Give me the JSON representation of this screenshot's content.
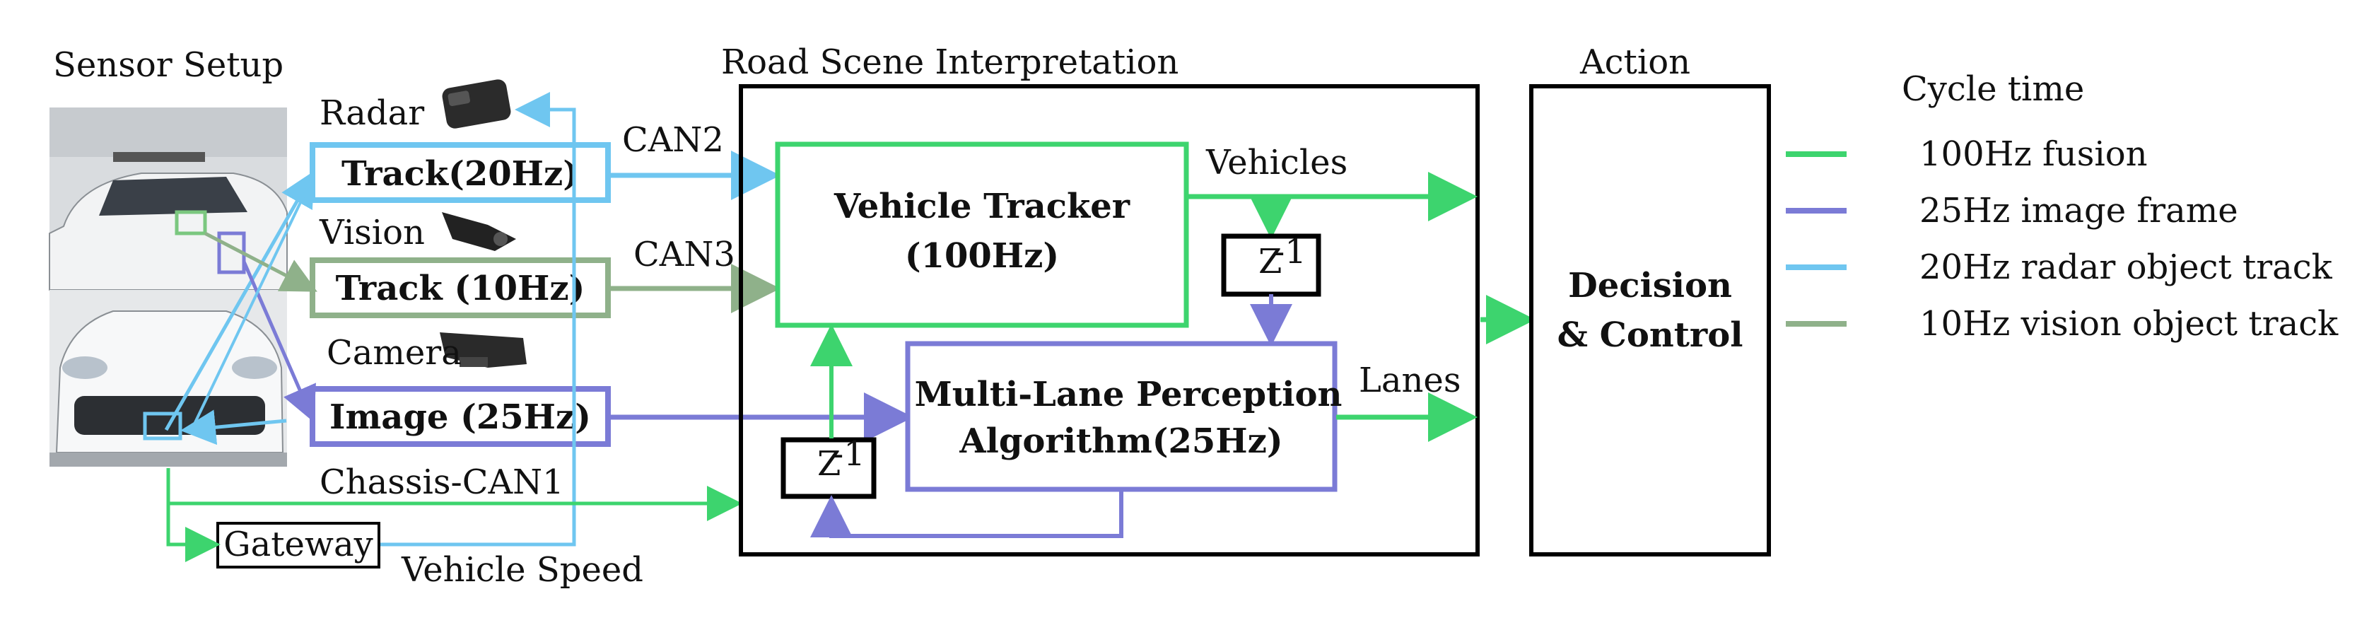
{
  "sections": {
    "sensor_setup": "Sensor Setup",
    "road_scene": "Road Scene Interpretation",
    "action": "Action",
    "cycle_time": "Cycle time"
  },
  "sensors": {
    "radar": "Radar",
    "vision": "Vision",
    "camera": "Camera"
  },
  "inputs": {
    "radar_track": "Track(20Hz)",
    "vision_track": "Track (10Hz)",
    "image": "Image (25Hz)",
    "gateway": "Gateway"
  },
  "signals": {
    "can2": "CAN2",
    "can3": "CAN3",
    "chassis": "Chassis-CAN1",
    "vehicle_speed": "Vehicle Speed",
    "vehicles": "Vehicles",
    "lanes": "Lanes"
  },
  "blocks": {
    "tracker_line1": "Vehicle Tracker",
    "tracker_line2": "(100Hz)",
    "perception_line1": "Multi-Lane Perception",
    "perception_line2": "Algorithm(25Hz)",
    "delay_z": "Z",
    "delay_exp": "-1",
    "decision_line1": "Decision",
    "decision_line2": "& Control"
  },
  "legend": [
    {
      "label": "100Hz fusion",
      "color": "#3dd46e"
    },
    {
      "label": "25Hz image frame",
      "color": "#7b7bd6"
    },
    {
      "label": "20Hz radar object track",
      "color": "#6fc6f0"
    },
    {
      "label": "10Hz vision object track",
      "color": "#8fb18a"
    }
  ],
  "colors": {
    "fusion": "#3dd46e",
    "image": "#7b7bd6",
    "radar": "#6fc6f0",
    "vision": "#8fb18a",
    "frame": "#000000"
  }
}
